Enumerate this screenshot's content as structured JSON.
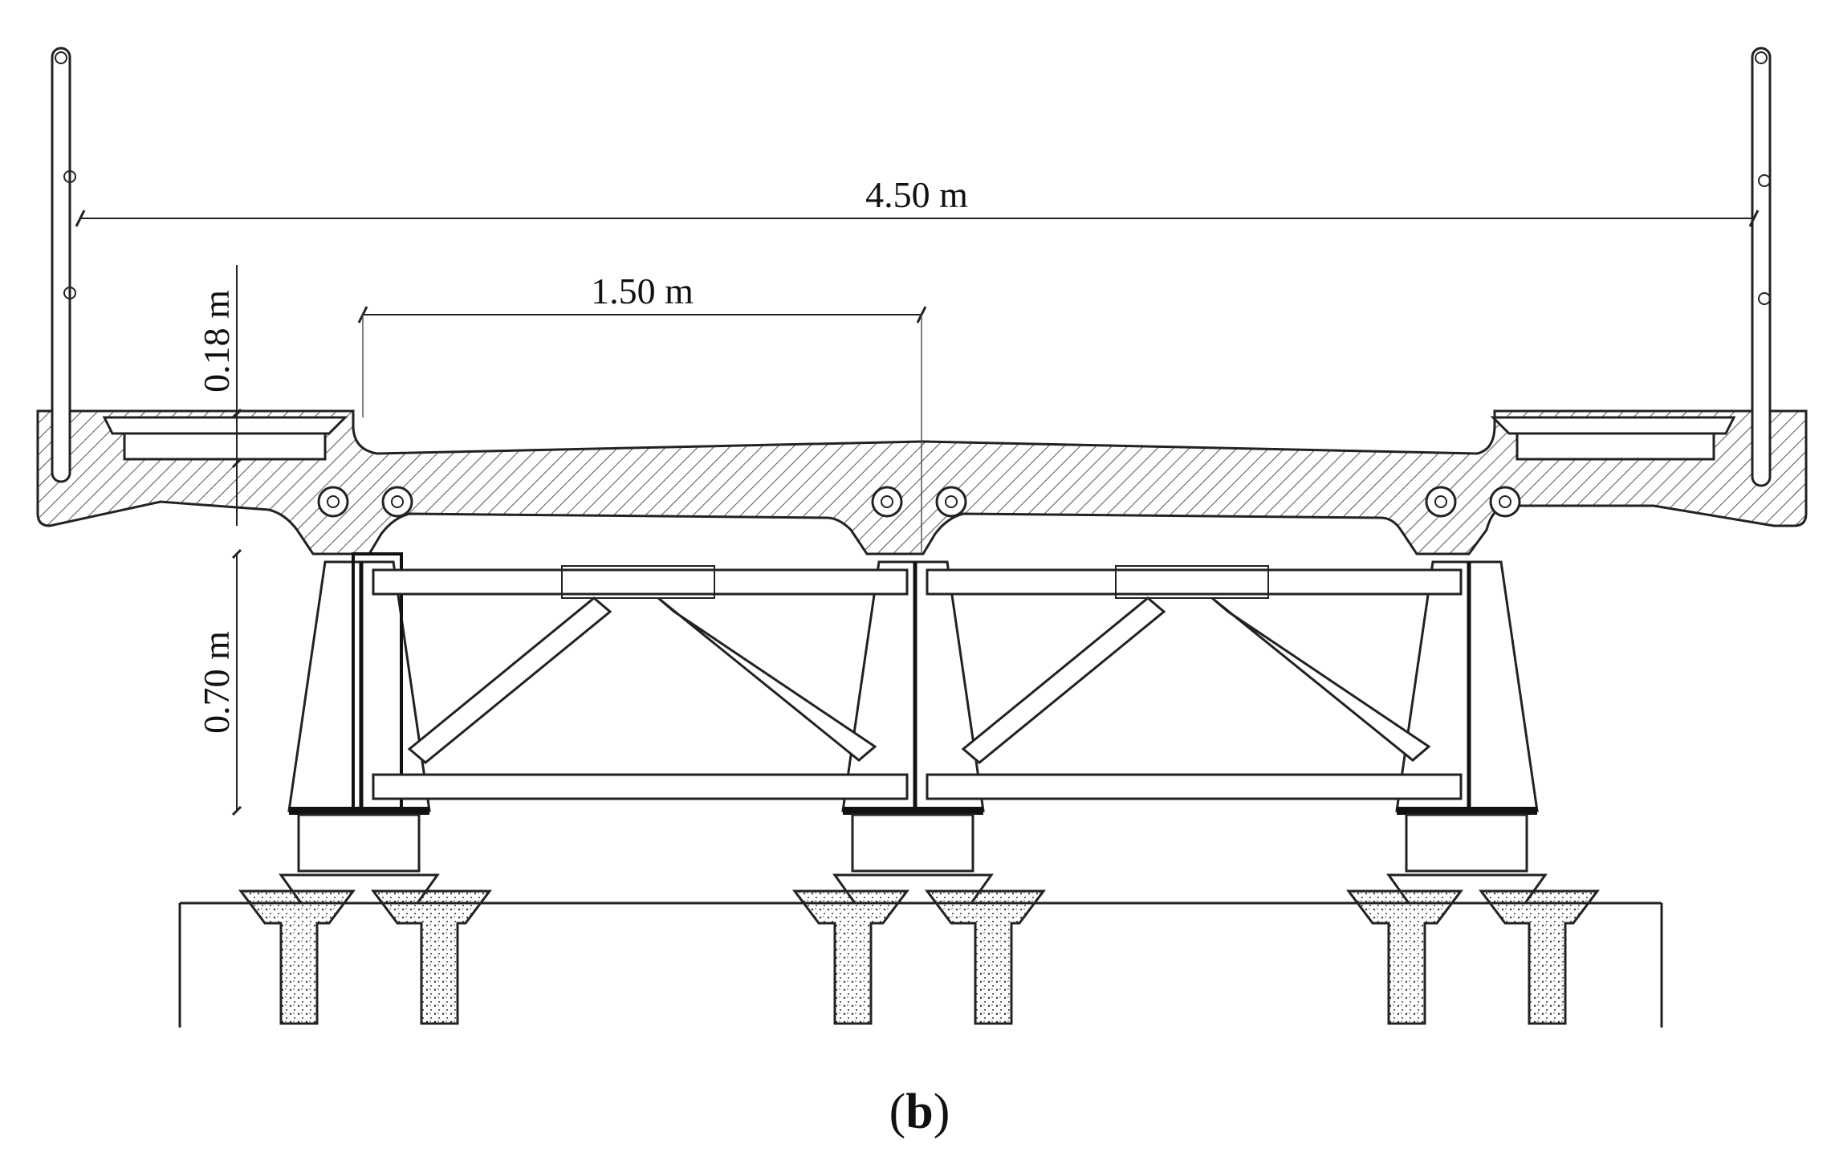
{
  "dimensions": {
    "overall_width": "4.50 m",
    "girder_spacing": "1.50 m",
    "slab_thickness": "0.18 m",
    "girder_depth": "0.70 m"
  },
  "caption": {
    "open": "(",
    "label": "b",
    "close": ")"
  }
}
